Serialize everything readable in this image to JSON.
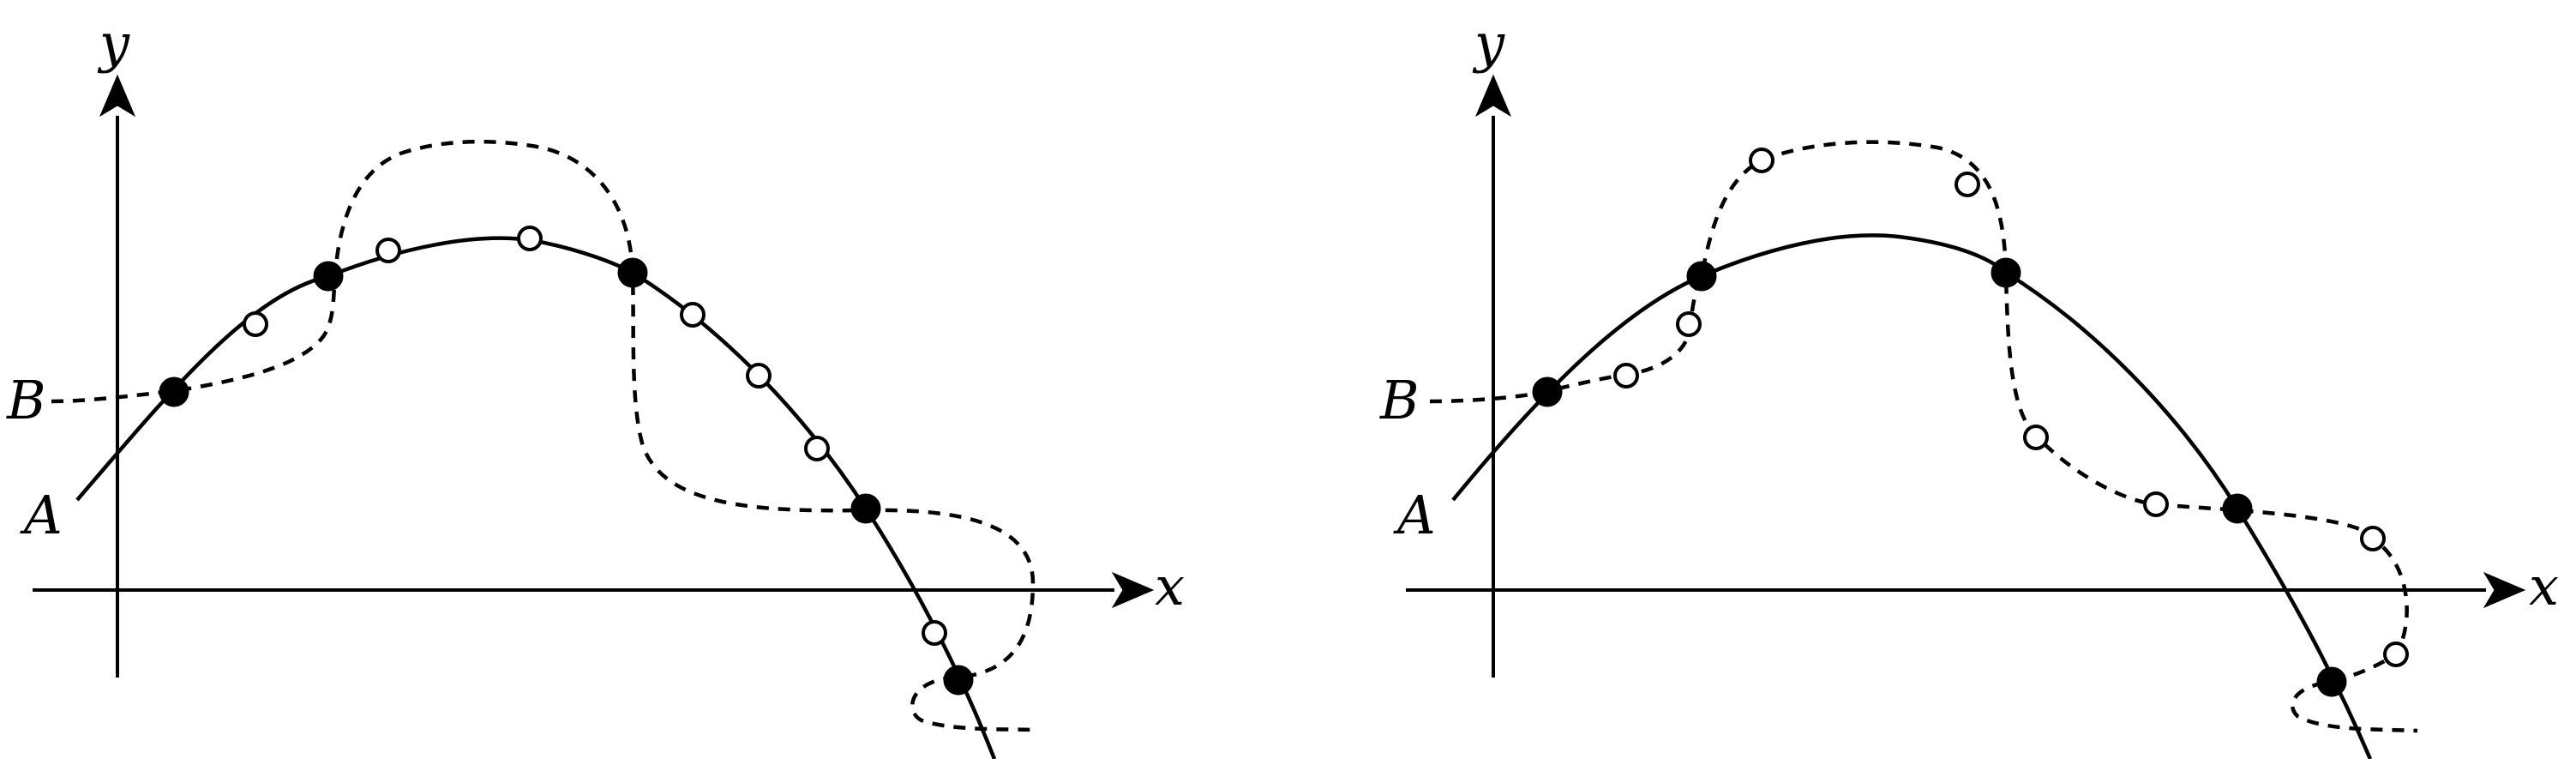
{
  "panels": [
    {
      "id": "left",
      "axis_x_label": "x",
      "axis_y_label": "y",
      "curve_a_label": "A",
      "curve_b_label": "B",
      "filled_points": 5,
      "open_points": 7
    },
    {
      "id": "right",
      "axis_x_label": "x",
      "axis_y_label": "y",
      "curve_a_label": "A",
      "curve_b_label": "B",
      "filled_points": 5,
      "open_points": 8
    }
  ]
}
